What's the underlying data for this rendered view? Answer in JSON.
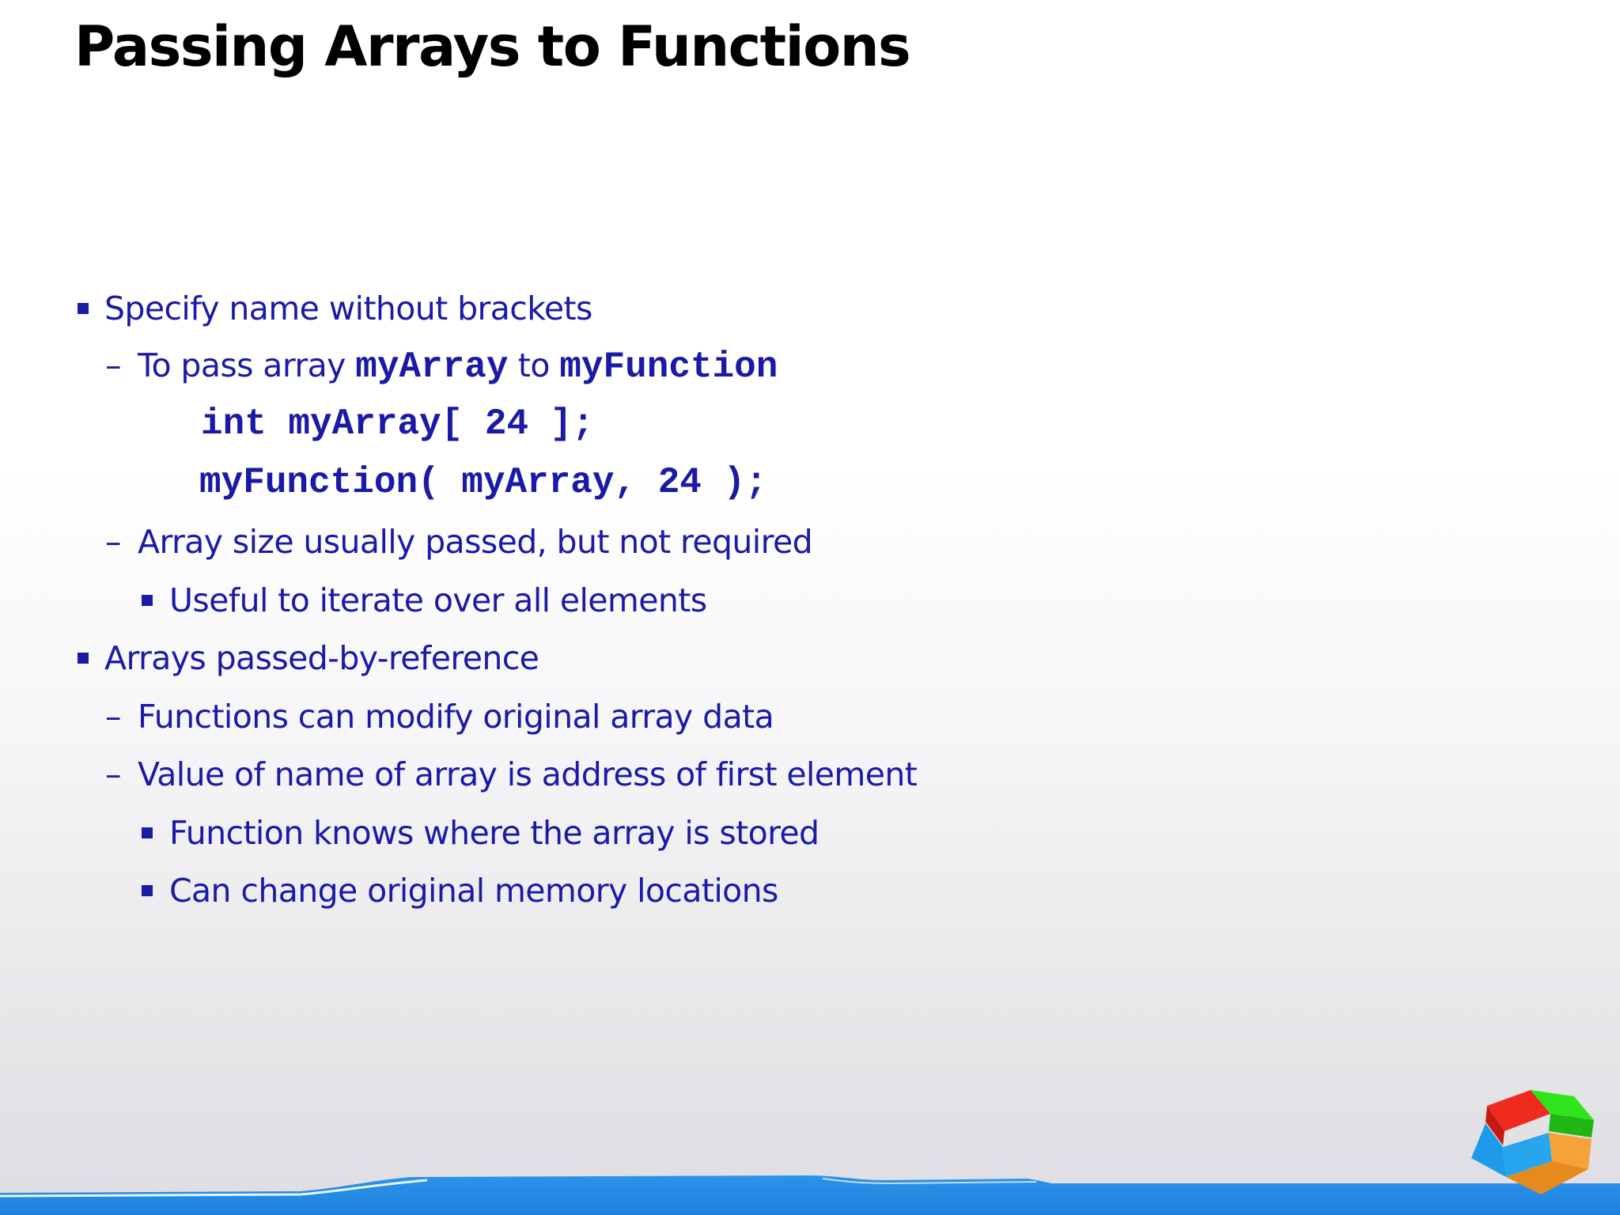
{
  "slide": {
    "title": "Passing Arrays to Functions",
    "bullets": {
      "b1": "Specify name without brackets",
      "b1_sub1_pre": "To pass array ",
      "b1_sub1_code1": "myArray",
      "b1_sub1_mid": " to ",
      "b1_sub1_code2": "myFunction",
      "code_line1": "int myArray[ 24 ];",
      "code_line2": "myFunction( myArray, 24 );",
      "b1_sub2": "Array size usually passed, but not required",
      "b1_sub2_sub1": "Useful to iterate over all elements",
      "b2": "Arrays passed-by-reference",
      "b2_sub1": "Functions can modify original array data",
      "b2_sub2": "Value of name of array is address of first element",
      "b2_sub2_sub1": "Function knows where the array is stored",
      "b2_sub2_sub2": "Can change original memory locations"
    },
    "dash_char": "–"
  },
  "colors": {
    "text_blue": "#1a1aa6",
    "title": "#000000",
    "footer_blue": "#1e88e5"
  },
  "icons": {
    "logo": "windows-cube-logo-icon"
  }
}
